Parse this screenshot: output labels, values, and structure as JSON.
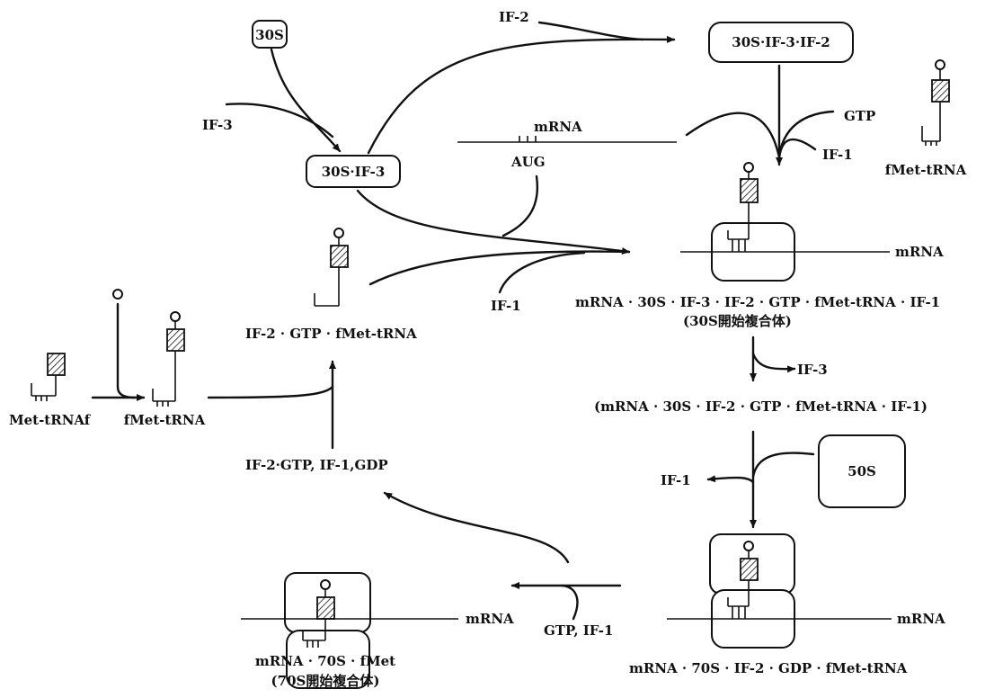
{
  "complexes": {
    "s30": "30S",
    "s30_if3": "30S·IF-3",
    "s30_if3_if2": "30S·IF-3·IF-2",
    "s50": "50S"
  },
  "factors": {
    "if2_top": "IF-2",
    "if3_left": "IF-3",
    "gtp_top": "GTP",
    "if1_top": "IF-1",
    "if1_mid": "IF-1",
    "if3_release": "IF-3",
    "if1_release": "IF-1",
    "gtp_if1_bottom": "GTP, IF-1"
  },
  "mrna": {
    "top_mrna": "mRNA",
    "aug": "AUG",
    "right_mrna_1": "mRNA",
    "right_mrna_2": "mRNA",
    "left_mrna": "mRNA"
  },
  "trna": {
    "fmet_trna_top_right": "fMet-tRNA",
    "met_trna_f": "Met-tRNAf",
    "fmet_trna_left": "fMet-tRNA"
  },
  "intermediates": {
    "if2_gtp_fmet": "IF-2 · GTP · fMet-tRNA",
    "recycle": "IF-2·GTP, IF-1,GDP",
    "complex30_line1": "mRNA · 30S · IF-3 · IF-2 · GTP · fMet-tRNA · IF-1",
    "complex30_line2": "(30S開始複合体)",
    "after_if3": "(mRNA · 30S · IF-2 · GTP · fMet-tRNA · IF-1)",
    "complex70_gdp": "mRNA · 70S · IF-2 · GDP · fMet-tRNA",
    "complex70_line1": "mRNA · 70S · fMet",
    "complex70_line2": "(70S開始複合体)"
  }
}
